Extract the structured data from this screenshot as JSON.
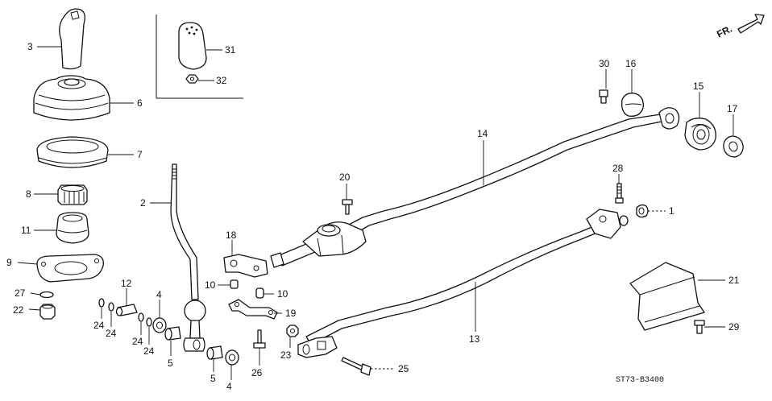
{
  "direction": {
    "label": "FR."
  },
  "drawing_code": "ST73-B3400",
  "callouts": {
    "c1": "1",
    "c2": "2",
    "c3": "3",
    "c4a": "4",
    "c4b": "4",
    "c5a": "5",
    "c5b": "5",
    "c6": "6",
    "c7": "7",
    "c8": "8",
    "c9": "9",
    "c10a": "10",
    "c10b": "10",
    "c11": "11",
    "c12": "12",
    "c13": "13",
    "c14": "14",
    "c15": "15",
    "c16": "16",
    "c17": "17",
    "c18": "18",
    "c19": "19",
    "c20": "20",
    "c21": "21",
    "c22": "22",
    "c23": "23",
    "c24a": "24",
    "c24b": "24",
    "c24c": "24",
    "c24d": "24",
    "c25": "25",
    "c26": "26",
    "c27": "27",
    "c28": "28",
    "c29": "29",
    "c30": "30",
    "c31": "31",
    "c32": "32"
  }
}
